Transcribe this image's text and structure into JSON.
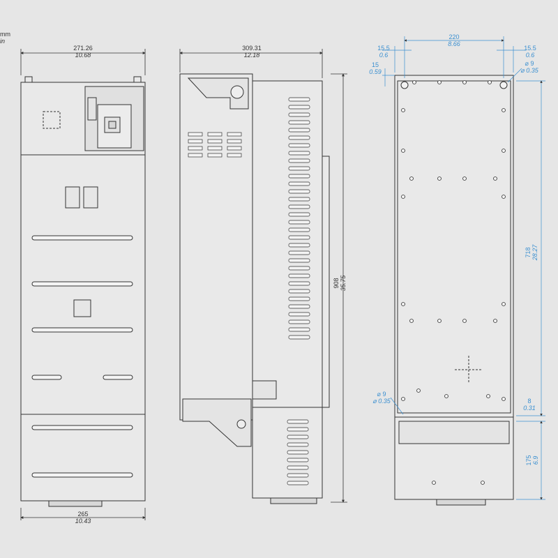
{
  "units": {
    "primary": "mm",
    "secondary": "in"
  },
  "dimensions": {
    "front_width": {
      "mm": "271.26",
      "in": "10.68"
    },
    "front_base_width": {
      "mm": "265",
      "in": "10.43"
    },
    "side_depth": {
      "mm": "309.31",
      "in": "12.18"
    },
    "side_height": {
      "mm": "908",
      "in": "35.75"
    },
    "rear_hole_spacing": {
      "mm": "220",
      "in": "8.66"
    },
    "rear_left_offset": {
      "mm": "15.5",
      "in": "0.6"
    },
    "rear_right_offset": {
      "mm": "15.5",
      "in": "0.6"
    },
    "rear_top_offset": {
      "mm": "15",
      "in": "0.59"
    },
    "rear_top_hole": {
      "mm": "⌀ 9",
      "in": "⌀ 0.35"
    },
    "rear_vertical_spacing": {
      "mm": "718",
      "in": "28.27"
    },
    "rear_bottom_hole": {
      "mm": "⌀ 9",
      "in": "⌀ 0.35"
    },
    "rear_bottom_offset": {
      "mm": "8",
      "in": "0.31"
    },
    "rear_bottom_height": {
      "mm": "175",
      "in": "6.9"
    }
  },
  "colors": {
    "background": "#e6e6e6",
    "line": "#333333",
    "panel": "#e9e9e9",
    "accent": "#3a8fd0"
  }
}
